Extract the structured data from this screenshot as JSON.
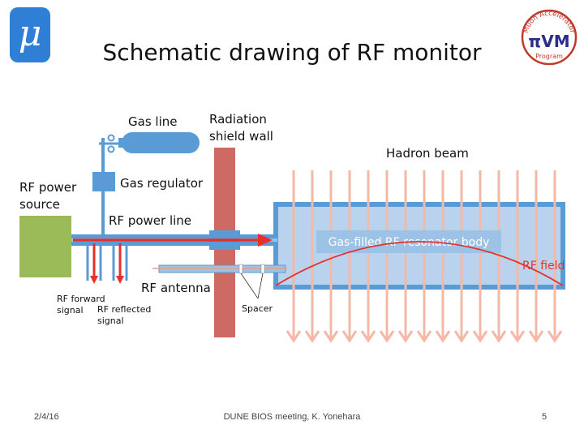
{
  "slide": {
    "title": "Schematic drawing of RF monitor",
    "logo_left": "μ",
    "logo_right": {
      "arc_text": "Muon Accelerator",
      "bottom_text": "Program",
      "glyphs": "πVM"
    },
    "footer": {
      "date": "2/4/16",
      "center": "DUNE BIOS meeting, K. Yonehara",
      "page": "5"
    }
  },
  "diagram": {
    "labels": {
      "gas_line": "Gas line",
      "radiation_shield_1": "Radiation",
      "radiation_shield_2": "shield wall",
      "hadron_beam": "Hadron beam",
      "rf_power_source_1": "RF power",
      "rf_power_source_2": "source",
      "gas_regulator": "Gas regulator",
      "rf_power_line": "RF power line",
      "resonator_body": "Gas-filled RF resonator body",
      "rf_field": "RF field",
      "rf_antenna": "RF antenna",
      "spacer": "Spacer",
      "rf_forward_1": "RF forward",
      "rf_forward_2": "signal",
      "rf_reflected_1": "RF reflected",
      "rf_reflected_2": "signal"
    },
    "colors": {
      "pipe_blue": "#5b9bd5",
      "pipe_light": "#9cc3e6",
      "resonator_fill": "#b9d3ee",
      "shield_wall": "#cd6a63",
      "source_green": "#9bbb59",
      "arrow_red": "#e8302a",
      "beam_arrow": "#f4b9a6"
    }
  }
}
